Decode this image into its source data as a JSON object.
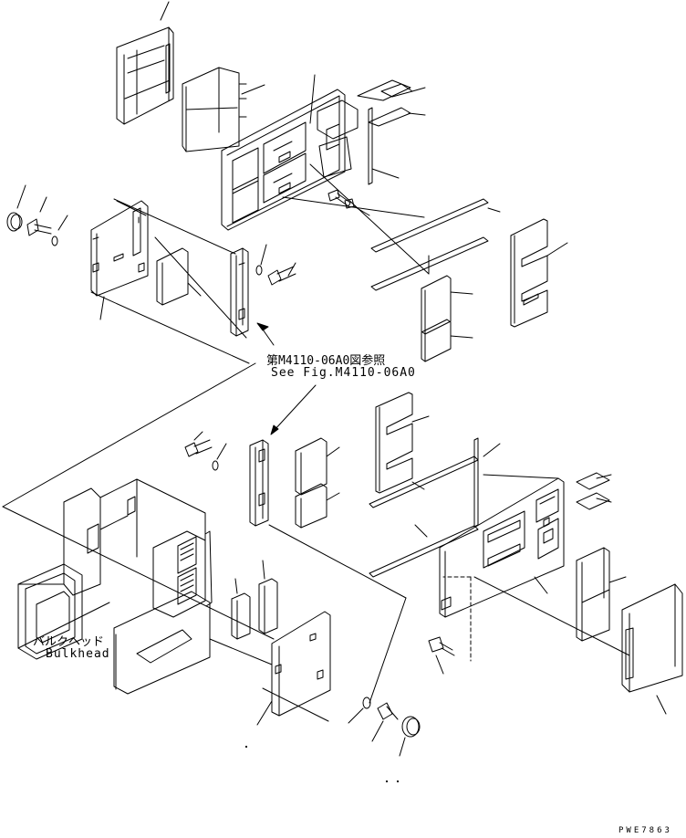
{
  "callouts": {
    "reference_jp": "第M4110-06A0図参照",
    "reference_en": "See Fig.M4110-06A0",
    "bulkhead_jp": "バルクヘッド",
    "bulkhead_en": "Bulkhead"
  },
  "drawing_code": "PWE7863"
}
